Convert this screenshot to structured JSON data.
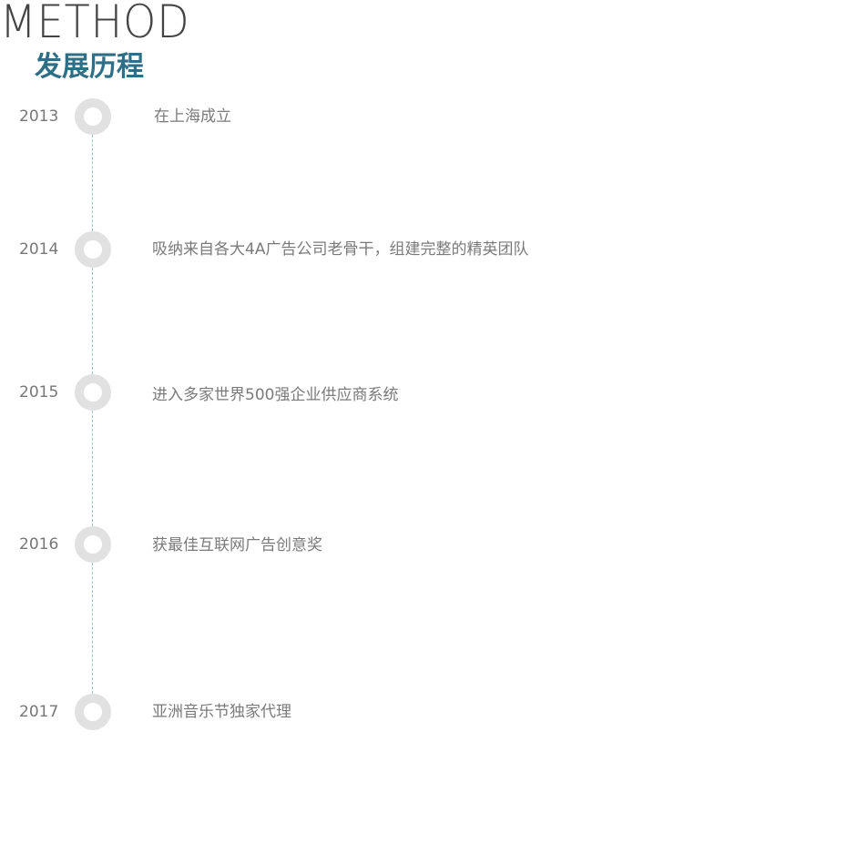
{
  "header": {
    "title_en": "METHOD",
    "title_cn": "发展历程"
  },
  "timeline": {
    "items": [
      {
        "year": "2013",
        "text": "在上海成立"
      },
      {
        "year": "2014",
        "text": "吸纳来自各大4A广告公司老骨干，组建完整的精英团队"
      },
      {
        "year": "2015",
        "text": "进入多家世界500强企业供应商系统"
      },
      {
        "year": "2016",
        "text": "获最佳互联网广告创意奖"
      },
      {
        "year": "2017",
        "text": "亚洲音乐节独家代理"
      }
    ]
  },
  "colors": {
    "accent": "#2e6e86",
    "dot": "#e1e1e1",
    "line": "#9fc2c8",
    "text": "#7a7a7a"
  }
}
